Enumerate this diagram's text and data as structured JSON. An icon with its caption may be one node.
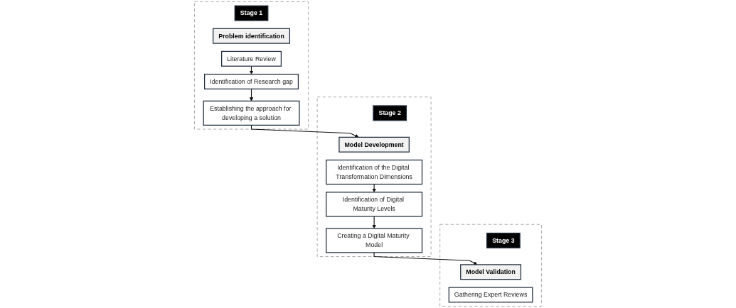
{
  "diagram": {
    "nodes": [
      {
        "text": [],
        "shape": "box"
      },
      {
        "text": [
          "Stage 1"
        ],
        "in": 0
      },
      {
        "text": [
          "Problem identification"
        ],
        "in": 0
      },
      {
        "text": [
          "Literature Review"
        ],
        "in": 0
      },
      {
        "text": [
          "Identification of Research gap"
        ],
        "in": 0
      },
      {
        "text": [
          "Establishing the approach for developing a solution"
        ],
        "in": 0
      },
      {
        "text": [],
        "shape": "box"
      },
      {
        "text": [
          "Stage 2"
        ],
        "in": 6
      },
      {
        "text": [
          "Model Development"
        ],
        "in": 6
      },
      {
        "text": [
          "Identification of the Digital Transformation Dimensions"
        ],
        "in": 6
      },
      {
        "text": [
          "Identification of Digital Maturity Levels"
        ],
        "in": 6
      },
      {
        "text": [
          "Creating a Digital Maturity Model"
        ],
        "in": 6
      },
      {
        "text": [],
        "shape": "box"
      },
      {
        "text": [
          "Stage 3"
        ],
        "in": 12
      },
      {
        "text": [
          "Model Validation"
        ],
        "in": 12
      },
      {
        "text": [
          "Gathering Expert Reviews"
        ],
        "in": 12
      }
    ],
    "edges": [
      {
        "from": 3,
        "to": 4,
        "arrow": "to"
      },
      {
        "from": 4,
        "to": 5,
        "arrow": "to"
      },
      {
        "from": 5,
        "to": 8,
        "arrow": "to"
      },
      {
        "from": 9,
        "to": 10,
        "arrow": "to"
      },
      {
        "from": 10,
        "to": 11,
        "arrow": "to"
      },
      {
        "from": 11,
        "to": 14,
        "arrow": "to"
      }
    ]
  }
}
